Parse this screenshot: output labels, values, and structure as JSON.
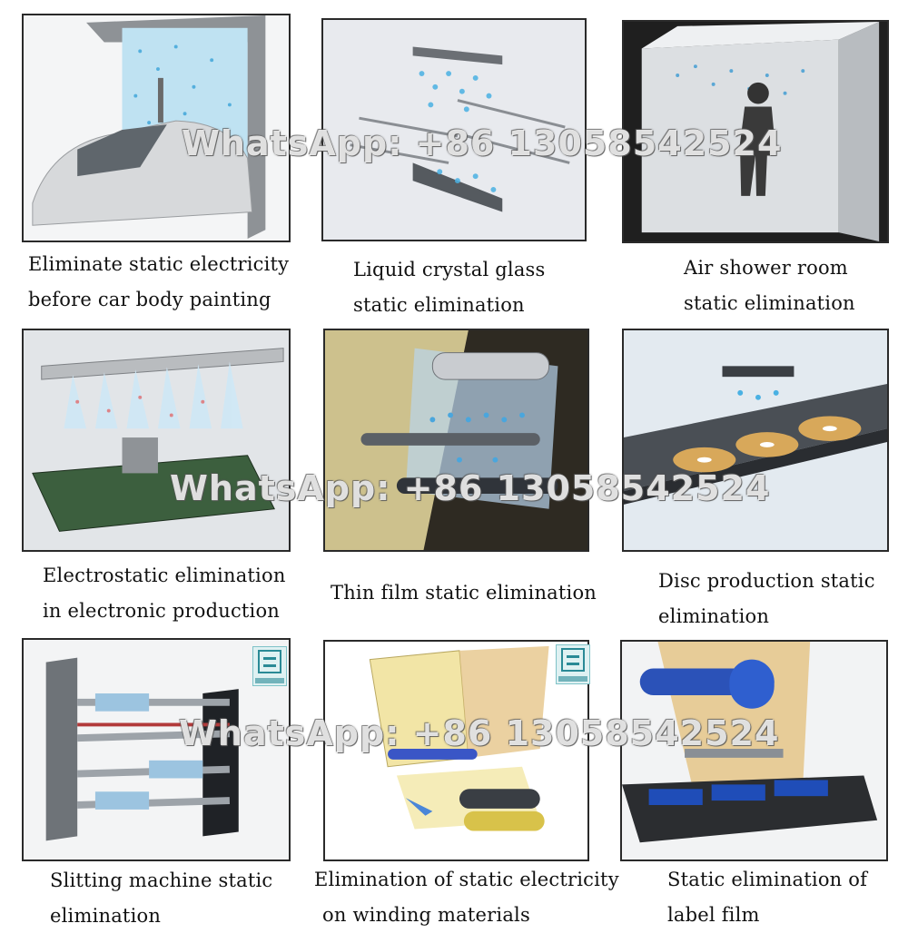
{
  "panels": [
    {
      "caption": [
        "Eliminate static electricity",
        "before car body painting"
      ]
    },
    {
      "caption": [
        "Liquid crystal glass",
        "static elimination"
      ]
    },
    {
      "caption": [
        "Air shower room",
        "static elimination"
      ]
    },
    {
      "caption": [
        "Electrostatic elimination",
        "in electronic production"
      ]
    },
    {
      "caption": [
        "Thin film static elimination"
      ]
    },
    {
      "caption": [
        "Disc production static",
        "elimination"
      ]
    },
    {
      "caption": [
        "Slitting machine static",
        "elimination"
      ]
    },
    {
      "caption": [
        "Elimination of static electricity",
        "on winding materials"
      ]
    },
    {
      "caption": [
        "Static elimination of",
        "label film"
      ]
    }
  ],
  "watermark": "WhatsApp: +86 13058542524"
}
